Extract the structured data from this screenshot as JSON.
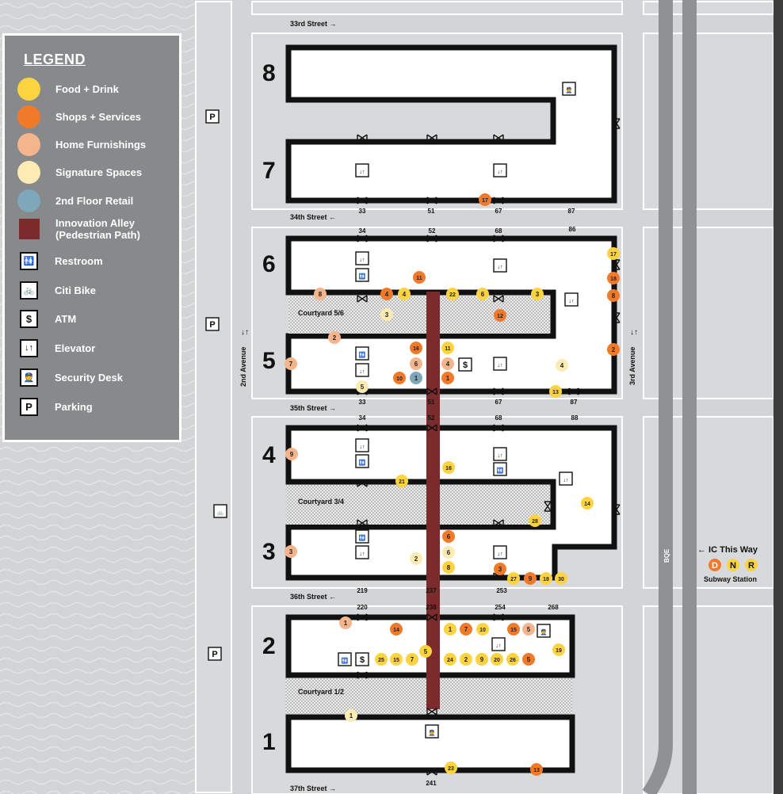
{
  "legend": {
    "title": "LEGEND",
    "items": [
      {
        "label": "Food + Drink",
        "color": "#fdd33f",
        "kind": "circle"
      },
      {
        "label": "Shops + Services",
        "color": "#f07a2a",
        "kind": "circle"
      },
      {
        "label": "Home Furnishings",
        "color": "#f4b48c",
        "kind": "circle"
      },
      {
        "label": "Signature Spaces",
        "color": "#fcebb3",
        "kind": "circle"
      },
      {
        "label": "2nd Floor Retail",
        "color": "#7ea8b9",
        "kind": "circle"
      },
      {
        "label": "Innovation Alley\n(Pedestrian Path)",
        "color": "#7c2a2c",
        "kind": "square"
      },
      {
        "label": "Restroom",
        "icon": "restroom-icon",
        "glyph": "🚻",
        "kind": "box"
      },
      {
        "label": "Citi Bike",
        "icon": "citi-bike-icon",
        "glyph": "🚲",
        "kind": "box"
      },
      {
        "label": "ATM",
        "icon": "atm-icon",
        "glyph": "$",
        "kind": "box"
      },
      {
        "label": "Elevator",
        "icon": "elevator-icon",
        "glyph": "↓↑",
        "kind": "box"
      },
      {
        "label": "Security Desk",
        "icon": "security-desk-icon",
        "glyph": "👮",
        "kind": "box"
      },
      {
        "label": "Parking",
        "icon": "parking-icon",
        "glyph": "P",
        "kind": "box"
      }
    ]
  },
  "colors": {
    "food": "#fdd33f",
    "shops": "#f07a2a",
    "home": "#f4b48c",
    "signature": "#fcebb3",
    "retail2": "#7ea8b9",
    "alley": "#7c2a2c",
    "building_outline": "#111111",
    "background": "#d2d4d5"
  },
  "streets": [
    "33rd Street →",
    "34th Street ←",
    "35th Street →",
    "36th Street ←",
    "37th Street →"
  ],
  "avenues": [
    "2nd Avenue",
    "3rd Avenue"
  ],
  "highway": "BQE",
  "buildings": [
    "8",
    "7",
    "6",
    "5",
    "4",
    "3",
    "2",
    "1"
  ],
  "courtyards": [
    "Courtyard 5/6",
    "Courtyard 3/4",
    "Courtyard 1/2"
  ],
  "entrances": [
    "33",
    "51",
    "67",
    "87",
    "34",
    "52",
    "68",
    "86",
    "33",
    "51",
    "67",
    "87",
    "34",
    "52",
    "68",
    "88",
    "219",
    "237",
    "253",
    "220",
    "238",
    "254",
    "268",
    "241"
  ],
  "directions": {
    "arrow_text": "← IC This Way",
    "subway_lines": [
      {
        "letter": "D",
        "color": "#f07a2a"
      },
      {
        "letter": "N",
        "color": "#fdd33f"
      },
      {
        "letter": "R",
        "color": "#fdd33f"
      }
    ],
    "subway_label": "Subway Station"
  },
  "markers": [
    {
      "n": "17",
      "cat": "shops"
    },
    {
      "n": "17",
      "cat": "food"
    },
    {
      "n": "18",
      "cat": "shops"
    },
    {
      "n": "8",
      "cat": "shops"
    },
    {
      "n": "2",
      "cat": "shops"
    },
    {
      "n": "11",
      "cat": "shops"
    },
    {
      "n": "8",
      "cat": "home"
    },
    {
      "n": "4",
      "cat": "shops"
    },
    {
      "n": "4",
      "cat": "food"
    },
    {
      "n": "22",
      "cat": "food"
    },
    {
      "n": "6",
      "cat": "food"
    },
    {
      "n": "3",
      "cat": "food"
    },
    {
      "n": "3",
      "cat": "signature"
    },
    {
      "n": "12",
      "cat": "shops"
    },
    {
      "n": "2",
      "cat": "home"
    },
    {
      "n": "7",
      "cat": "home"
    },
    {
      "n": "16",
      "cat": "shops"
    },
    {
      "n": "11",
      "cat": "food"
    },
    {
      "n": "6",
      "cat": "home"
    },
    {
      "n": "4",
      "cat": "home"
    },
    {
      "n": "10",
      "cat": "shops"
    },
    {
      "n": "1",
      "cat": "retail2"
    },
    {
      "n": "1",
      "cat": "shops"
    },
    {
      "n": "5",
      "cat": "signature"
    },
    {
      "n": "4",
      "cat": "signature"
    },
    {
      "n": "13",
      "cat": "food"
    },
    {
      "n": "9",
      "cat": "home"
    },
    {
      "n": "16",
      "cat": "food"
    },
    {
      "n": "21",
      "cat": "food"
    },
    {
      "n": "14",
      "cat": "food"
    },
    {
      "n": "28",
      "cat": "food"
    },
    {
      "n": "3",
      "cat": "home"
    },
    {
      "n": "6",
      "cat": "shops"
    },
    {
      "n": "6",
      "cat": "signature"
    },
    {
      "n": "2",
      "cat": "signature"
    },
    {
      "n": "8",
      "cat": "food"
    },
    {
      "n": "3",
      "cat": "shops"
    },
    {
      "n": "27",
      "cat": "food"
    },
    {
      "n": "9",
      "cat": "shops"
    },
    {
      "n": "18",
      "cat": "food"
    },
    {
      "n": "30",
      "cat": "food"
    },
    {
      "n": "1",
      "cat": "home"
    },
    {
      "n": "14",
      "cat": "shops"
    },
    {
      "n": "1",
      "cat": "food"
    },
    {
      "n": "7",
      "cat": "shops"
    },
    {
      "n": "10",
      "cat": "food"
    },
    {
      "n": "15",
      "cat": "shops"
    },
    {
      "n": "5",
      "cat": "home"
    },
    {
      "n": "19",
      "cat": "food"
    },
    {
      "n": "5",
      "cat": "food"
    },
    {
      "n": "25",
      "cat": "food"
    },
    {
      "n": "15",
      "cat": "food"
    },
    {
      "n": "7",
      "cat": "food"
    },
    {
      "n": "24",
      "cat": "food"
    },
    {
      "n": "2",
      "cat": "food"
    },
    {
      "n": "9",
      "cat": "food"
    },
    {
      "n": "20",
      "cat": "food"
    },
    {
      "n": "26",
      "cat": "food"
    },
    {
      "n": "5",
      "cat": "shops"
    },
    {
      "n": "1",
      "cat": "signature"
    },
    {
      "n": "23",
      "cat": "food"
    },
    {
      "n": "13",
      "cat": "shops"
    }
  ]
}
